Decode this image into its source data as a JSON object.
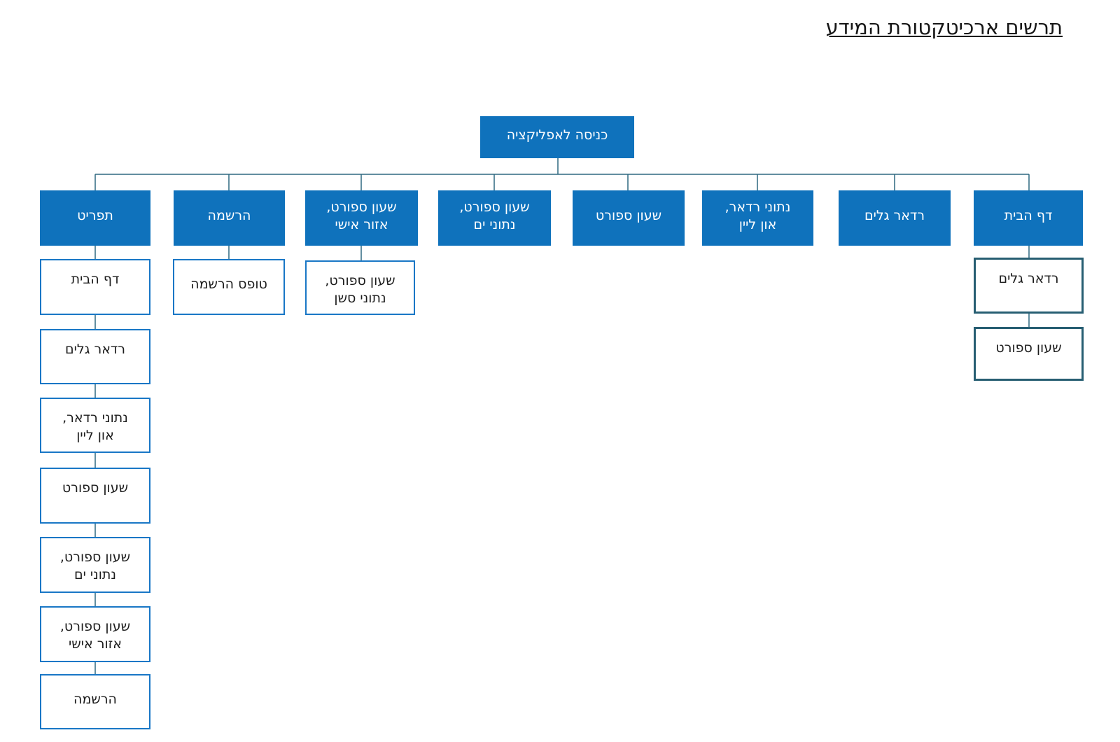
{
  "title": "תרשים ארכיטקטורת המידע",
  "colors": {
    "node-fill": "#0F72BC",
    "node-text": "#FFFFFF",
    "leaf-border": "#1977C6",
    "leaf-border-dark": "#275E72",
    "connector": "#2E6880"
  },
  "tree": {
    "root": {
      "label": "כניסה לאפליקציה"
    },
    "children_order": "left-to-right on screen (diagram reads right-to-left)",
    "children": [
      {
        "label": "תפריט",
        "sub": [
          "דף הבית",
          "רדאר גלים",
          "נתוני רדאר,\nאון ליין",
          "שעון ספורט",
          "שעון ספורט,\nנתוני ים",
          "שעון ספורט,\nאזור אישי",
          "הרשמה"
        ]
      },
      {
        "label": "הרשמה",
        "sub": [
          "טופס הרשמה"
        ]
      },
      {
        "label": "שעון ספורט,\nאזור אישי",
        "sub": [
          "שעון ספורט,\nנתוני סשן"
        ]
      },
      {
        "label": "שעון ספורט,\nנתוני ים",
        "sub": []
      },
      {
        "label": "שעון ספורט",
        "sub": []
      },
      {
        "label": "נתוני רדאר,\nאון ליין",
        "sub": []
      },
      {
        "label": "רדאר גלים",
        "sub": []
      },
      {
        "label": "דף הבית",
        "sub": [
          "רדאר גלים",
          "שעון ספורט"
        ]
      }
    ]
  }
}
